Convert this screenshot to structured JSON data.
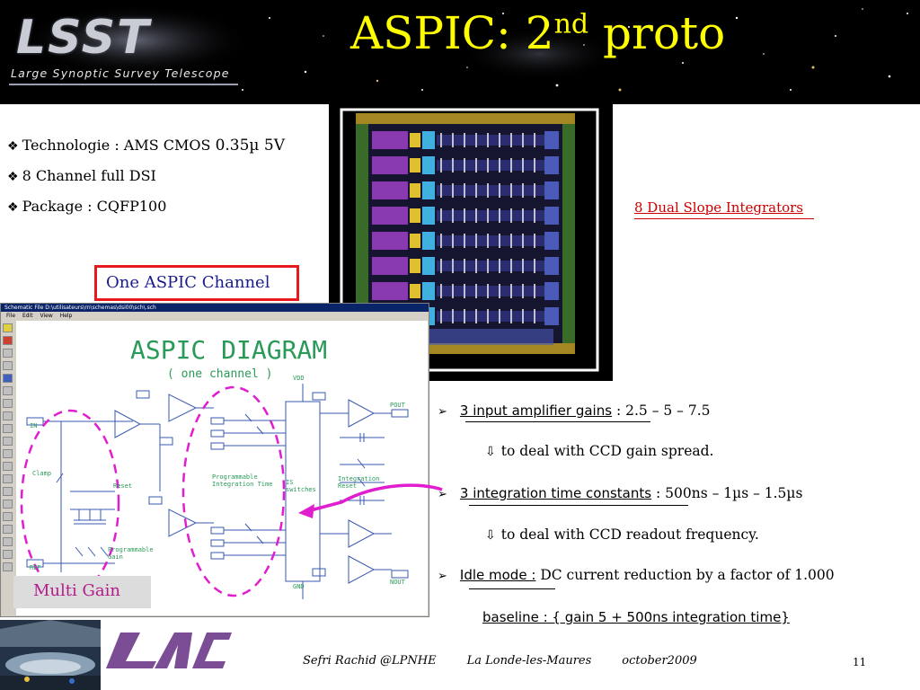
{
  "header": {
    "logo_word": "LSST",
    "logo_subtitle": "Large Synoptic Survey Telescope",
    "title_main": "ASPIC: 2",
    "title_sup": "nd",
    "title_end": " proto"
  },
  "specs": [
    {
      "prefix": "Technologie : AMS CMOS ",
      "value": "0.35µ 5V"
    },
    {
      "prefix": "8 Channel full DSI",
      "value": ""
    },
    {
      "prefix": "Package  : CQFP100",
      "value": ""
    }
  ],
  "labels": {
    "dsi": "8 Dual Slope Integrators",
    "channel": "One ASPIC Channel",
    "multi_gain": "Multi Gain"
  },
  "schematic_window": {
    "title": "Schematic File D:\\utilisateurs\\rn\\schemas\\dsi00\\sch\\.sch",
    "menu": [
      "File",
      "Edit",
      "View",
      "Help"
    ],
    "diagram_title": "ASPIC DIAGRAM",
    "diagram_subtitle": "( one channel )",
    "blocks": {
      "clamp": "Clamp",
      "reset": "Reset",
      "prog_gain": "Programmable Gain",
      "prog_time": "Programmable Integration Time",
      "is_switches": "IS switches",
      "int_reset": "Integration Reset",
      "vdd": "VDD",
      "gnd": "GND",
      "in": "IN",
      "ref": "REF",
      "pout": "POUT",
      "nout": "NOUT"
    }
  },
  "bullets": {
    "gains_label": "3 input amplifier gains",
    "gains_value": " : 2.5 – 5 – 7.5",
    "gains_note": "to deal with CCD gain spread.",
    "time_label": "3 integration time constants",
    "time_value": " : 500ns – 1µs – 1.5µs",
    "time_note": "to deal with CCD readout frequency.",
    "idle_label": "Idle mode :",
    "idle_value": " DC current reduction by a factor of 1.000",
    "baseline": "baseline : { gain 5 + 500ns integration time}"
  },
  "footer": {
    "author": "Sefri Rachid @LPNHE",
    "place": "La Londe-les-Maures",
    "date": "october2009",
    "page": "11"
  },
  "colors": {
    "title": "#ffff00",
    "dsi_label": "#cc0000",
    "channel_text": "#1a1a8c",
    "channel_border": "#e8191c",
    "multi_gain": "#b31b8c",
    "diagram_green": "#2a9a58",
    "dashed_ellipse": "#e01ed0"
  }
}
